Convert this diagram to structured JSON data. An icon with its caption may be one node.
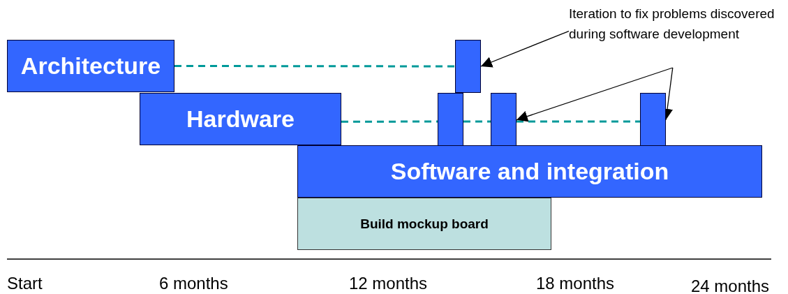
{
  "diagram": {
    "nodes": [
      {
        "text": [
          "Architecture"
        ]
      },
      {
        "text": [
          "Hardware"
        ]
      },
      {
        "text": [
          "Software and integration"
        ]
      },
      {
        "text": [
          "Build mockup board"
        ]
      },
      {
        "text": [],
        "shape": "bar"
      },
      {
        "text": [],
        "shape": "bar"
      },
      {
        "text": [],
        "shape": "bar"
      },
      {
        "text": [],
        "shape": "bar"
      },
      {
        "text": [
          "Iteration to fix problems discovered during software development"
        ]
      }
    ],
    "edges": [
      {
        "from": 0,
        "to": 4,
        "arrow": "none",
        "style": "dashed",
        "color": "#009999"
      },
      {
        "from": 1,
        "to": 5,
        "arrow": "none",
        "style": "dashed",
        "color": "#009999"
      },
      {
        "from": 5,
        "to": 6,
        "arrow": "none",
        "style": "dashed",
        "color": "#009999"
      },
      {
        "from": 6,
        "to": 7,
        "arrow": "none",
        "style": "dashed",
        "color": "#009999"
      },
      {
        "from": 8,
        "to": 4,
        "arrow": "to",
        "color": "#000000"
      },
      {
        "from": 8,
        "to": 6,
        "arrow": "to",
        "color": "#000000"
      },
      {
        "from": 8,
        "to": 7,
        "arrow": "to",
        "color": "#000000"
      }
    ],
    "labels": [
      "Start",
      "6 months",
      "12 months",
      "18 months",
      "24 months"
    ]
  }
}
